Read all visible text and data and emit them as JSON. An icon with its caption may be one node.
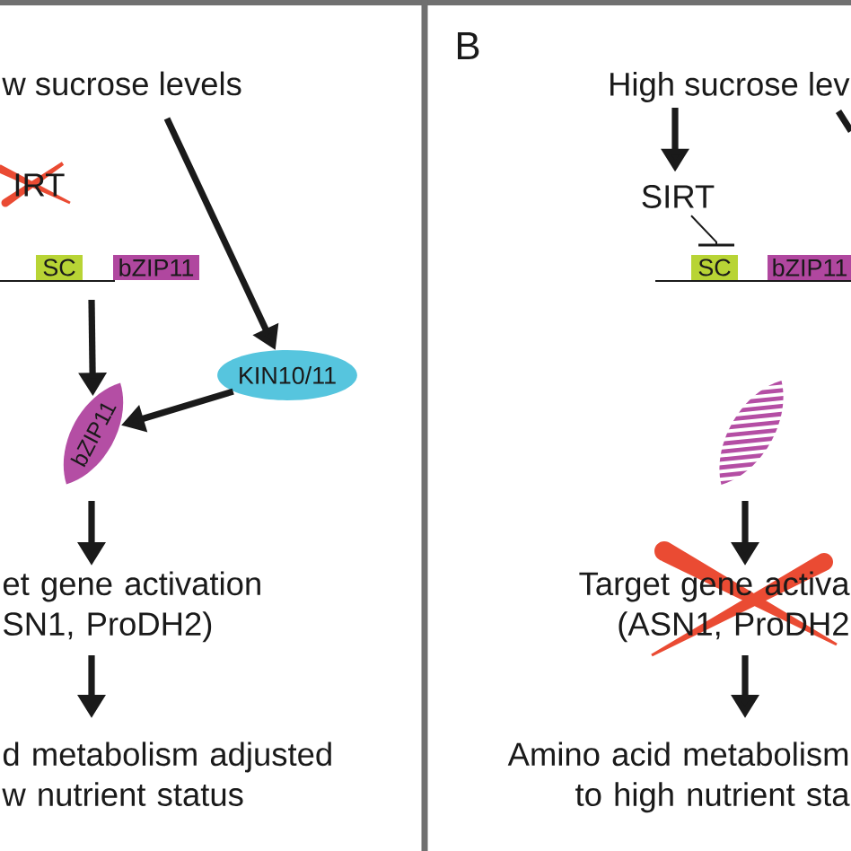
{
  "diagram": {
    "nodes": [
      {
        "text": [
          "w sucrose levels"
        ]
      },
      {
        "text": [
          "SC"
        ]
      },
      {
        "text": [
          "bZIP11"
        ]
      },
      {
        "text": [
          "KIN10/11"
        ]
      },
      {
        "text": [
          "bZIP11"
        ]
      },
      {
        "text": [
          "et gene activation SN1, ProDH2)"
        ]
      },
      {
        "text": [
          "d metabolism adjusted w nutrient status"
        ]
      },
      {
        "text": [
          "High sucrose lev"
        ]
      },
      {
        "text": [
          "SIRT"
        ]
      },
      {
        "text": [
          "SC"
        ]
      },
      {
        "text": [
          "bZIP11"
        ]
      },
      {
        "text": [],
        "shape": "ellipse"
      },
      {
        "text": [
          "Target gene activa (ASN1, ProDH2"
        ]
      },
      {
        "text": [
          "Amino acid metabolism to high nutrient sta"
        ]
      }
    ],
    "edges": [
      {
        "from": 0,
        "to": 3,
        "arrow": "to"
      },
      {
        "from": 1,
        "to": 4,
        "arrow": "to"
      },
      {
        "from": 3,
        "to": 4,
        "arrow": "to"
      },
      {
        "from": 4,
        "to": 5,
        "arrow": "to"
      },
      {
        "from": 5,
        "to": 6,
        "arrow": "to"
      },
      {
        "from": 7,
        "to": 8,
        "arrow": "to"
      },
      {
        "from": 8,
        "to": 9,
        "arrow": "other"
      },
      {
        "from": 11,
        "to": 12,
        "arrow": "to"
      },
      {
        "from": 12,
        "to": 13,
        "arrow": "to"
      },
      {
        "from": 7,
        "to": null,
        "arrow": "none"
      }
    ],
    "labels": [
      "IRT",
      "B"
    ]
  }
}
